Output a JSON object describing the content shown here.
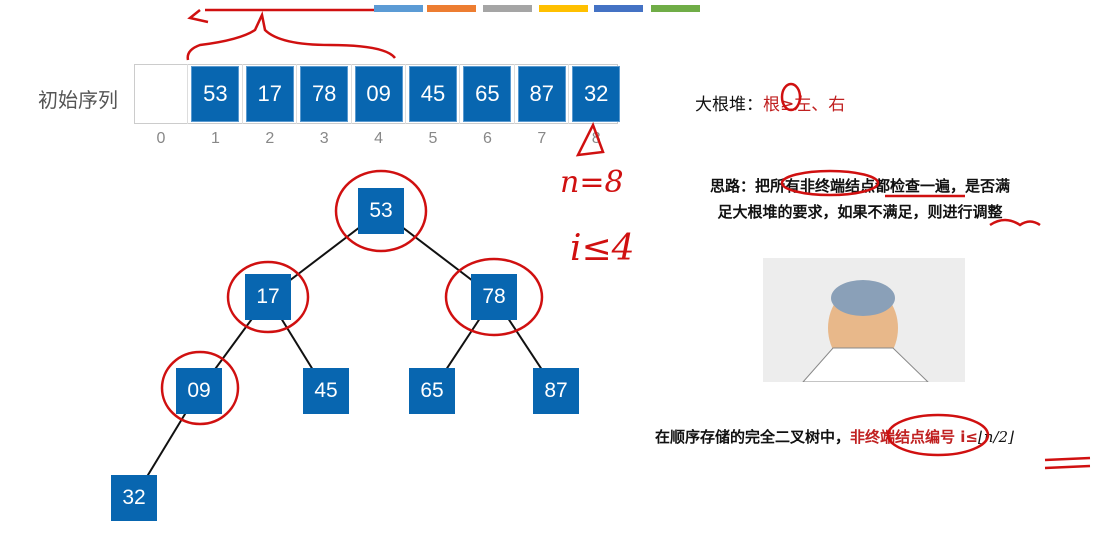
{
  "color_bars": [
    "#5b9bd5",
    "#ed7d31",
    "#a5a5a5",
    "#ffc000",
    "#4472c4",
    "#70ad47"
  ],
  "sequence_label": "初始序列",
  "array": {
    "indices": [
      "0",
      "1",
      "2",
      "3",
      "4",
      "5",
      "6",
      "7",
      "8"
    ],
    "values": [
      "",
      "53",
      "17",
      "78",
      "09",
      "45",
      "65",
      "87",
      "32"
    ]
  },
  "tree": {
    "nodes": [
      "53",
      "17",
      "78",
      "09",
      "45",
      "65",
      "87",
      "32"
    ]
  },
  "max_heap": {
    "label": "大根堆：",
    "rule": "根≥左、右"
  },
  "idea": {
    "line1": "思路：把所有非终端结点都检查一遍，是否满",
    "line2": "足大根堆的要求，如果不满足，则进行调整"
  },
  "fact": {
    "prefix": "在顺序存储的完全二叉树中，",
    "highlight": "非终端结点编号 i≤",
    "formula": "⌊n/2⌋"
  },
  "annotations": {
    "n": "n=8",
    "i": "i≤4"
  },
  "accent": "#0866b0",
  "ink": "#d01010"
}
